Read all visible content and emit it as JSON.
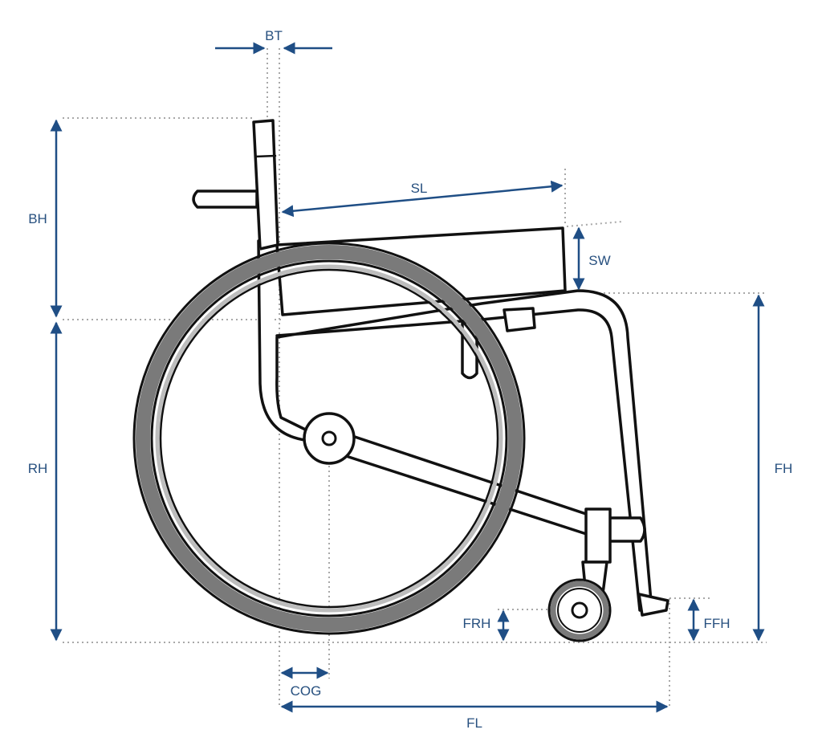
{
  "labels": {
    "bt": "BT",
    "bh": "BH",
    "sl": "SL",
    "sw": "SW",
    "rh": "RH",
    "fh": "FH",
    "frh": "FRH",
    "ffh": "FFH",
    "cog": "COG",
    "fl": "FL"
  },
  "colors": {
    "dimension": "#1f4e85",
    "label": "#27507f",
    "guide": "#a8a8a8",
    "tire": "#7a7a7a",
    "outline": "#111111"
  }
}
